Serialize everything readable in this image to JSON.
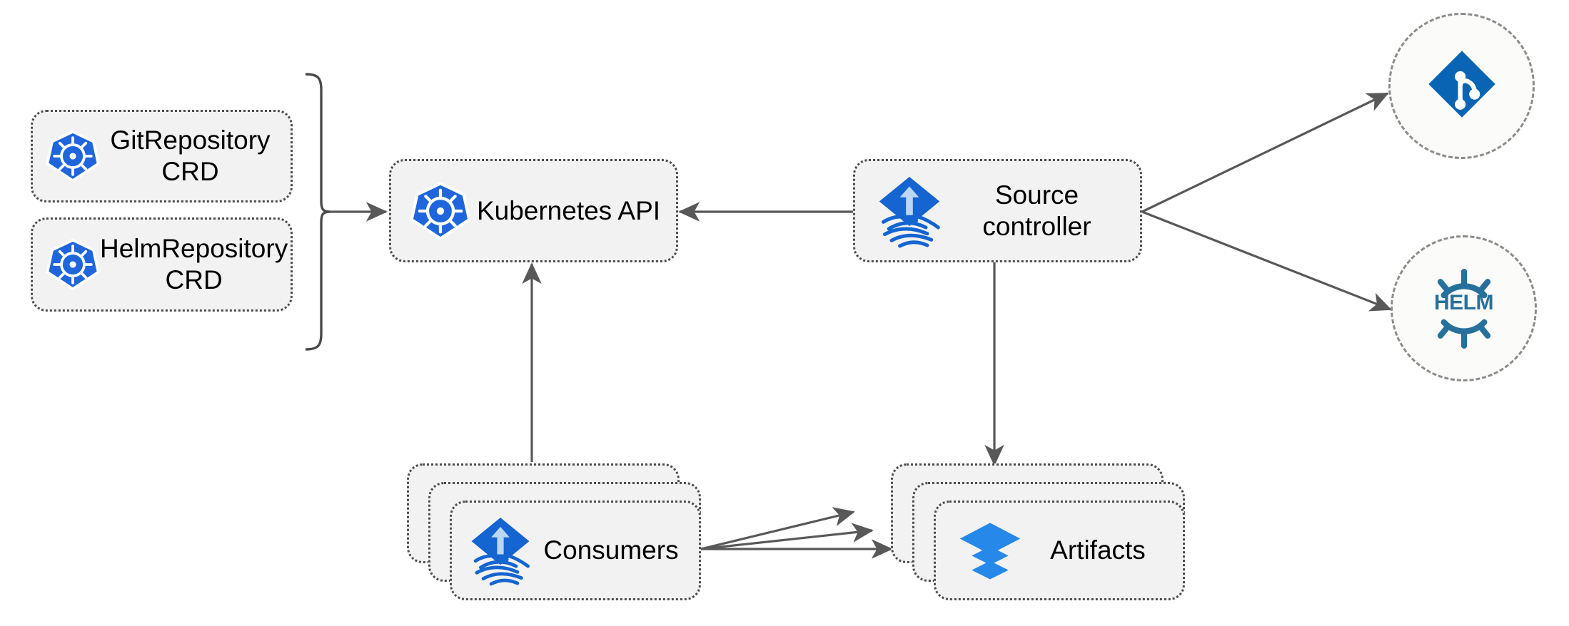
{
  "diagram": {
    "title": "Flux source-controller architecture",
    "background": "#ffffff",
    "colors": {
      "box_fill": "#f2f2f2",
      "box_border": "#4d4d4d",
      "circle_border": "#8c8c8c",
      "circle_fill": "#fbfbf9",
      "wire": "#585858",
      "kubernetes_blue": "#1f66dd",
      "flux_blue": "#1464d1",
      "flux_arrow_light": "#bcd6f5",
      "git_blue": "#0a64b4",
      "helm_teal": "#27709b",
      "artifact_blue": "#2688e8",
      "text": "#000000"
    }
  },
  "nodes": {
    "git_repository_crd": {
      "label": "GitRepository\nCRD",
      "icon": "kubernetes-icon"
    },
    "helm_repository_crd": {
      "label": "HelmRepository\nCRD",
      "icon": "kubernetes-icon"
    },
    "kubernetes_api": {
      "label": "Kubernetes API",
      "icon": "kubernetes-icon"
    },
    "source_controller": {
      "label": "Source\ncontroller",
      "icon": "flux-icon"
    },
    "consumers": {
      "label": "Consumers",
      "icon": "flux-icon",
      "stack_count": 3
    },
    "artifacts": {
      "label": "Artifacts",
      "icon": "layers-icon",
      "stack_count": 3
    },
    "git_provider": {
      "label": "",
      "icon": "git-icon"
    },
    "helm_provider": {
      "label": "HELM",
      "icon": "helm-icon"
    }
  },
  "connections": [
    {
      "name": "crds-to-kubernetes-api",
      "from": "crd-group-brace",
      "to": "kubernetes_api",
      "arrow": "right"
    },
    {
      "name": "source-controller-to-kubernetes-api",
      "from": "source_controller",
      "to": "kubernetes_api",
      "arrow": "left"
    },
    {
      "name": "source-controller-to-git",
      "from": "source_controller",
      "to": "git_provider",
      "arrow": "right"
    },
    {
      "name": "source-controller-to-helm",
      "from": "source_controller",
      "to": "helm_provider",
      "arrow": "right"
    },
    {
      "name": "source-controller-to-artifacts",
      "from": "source_controller",
      "to": "artifacts",
      "arrow": "down"
    },
    {
      "name": "consumers-to-kubernetes-api",
      "from": "consumers",
      "to": "kubernetes_api",
      "arrow": "up"
    },
    {
      "name": "consumers-to-artifacts-1",
      "from": "consumers",
      "to": "artifacts",
      "arrow": "right"
    },
    {
      "name": "consumers-to-artifacts-2",
      "from": "consumers",
      "to": "artifacts",
      "arrow": "right"
    },
    {
      "name": "consumers-to-artifacts-3",
      "from": "consumers",
      "to": "artifacts",
      "arrow": "right"
    }
  ]
}
